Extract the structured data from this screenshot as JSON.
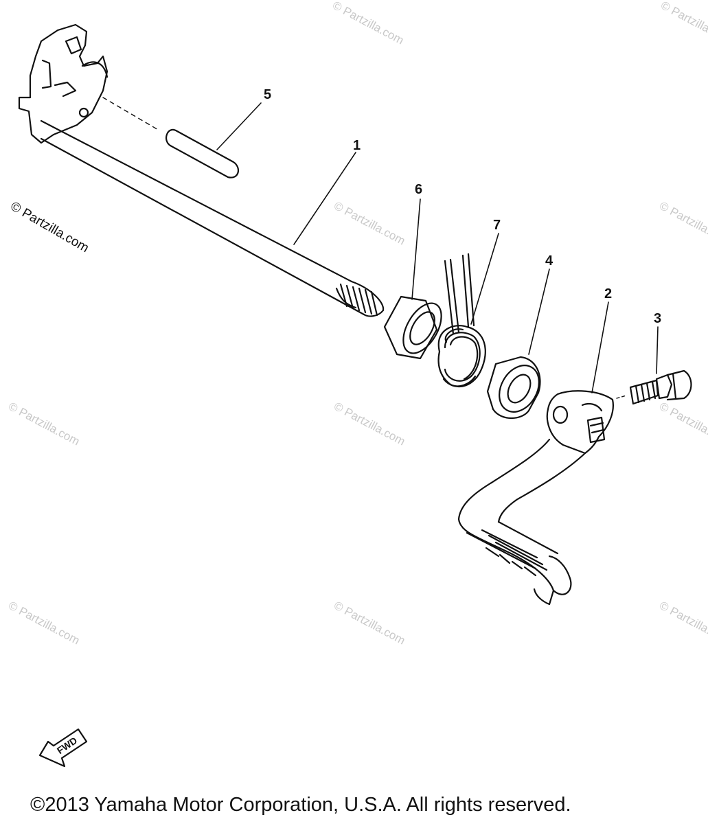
{
  "watermark": {
    "text": "© Partzilla.com"
  },
  "callouts": {
    "c1": "1",
    "c2": "2",
    "c3": "3",
    "c4": "4",
    "c5": "5",
    "c6": "6",
    "c7": "7"
  },
  "fwd_label": "FWD",
  "copyright": "©2013 Yamaha Motor Corporation, U.S.A. All rights reserved."
}
